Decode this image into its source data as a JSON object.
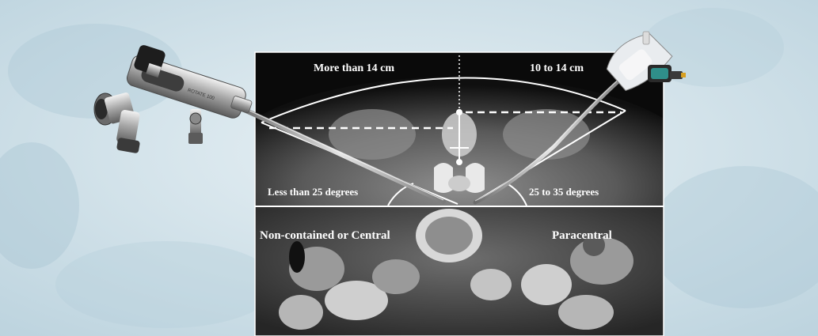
{
  "labels": {
    "top_left": "More than 14 cm",
    "top_right": "10 to 14 cm",
    "angle_left": "Less than 25 degrees",
    "angle_right": "25 to 35 degrees",
    "approach_left": "Non-contained or Central",
    "approach_right": "Paracentral"
  },
  "instrument_text": "ROTATE 100",
  "colors": {
    "background": "#cfe0e8",
    "panel_top": "#0a0a0a",
    "panel_bottom": "#2b2b2b",
    "line": "#ffffff"
  }
}
